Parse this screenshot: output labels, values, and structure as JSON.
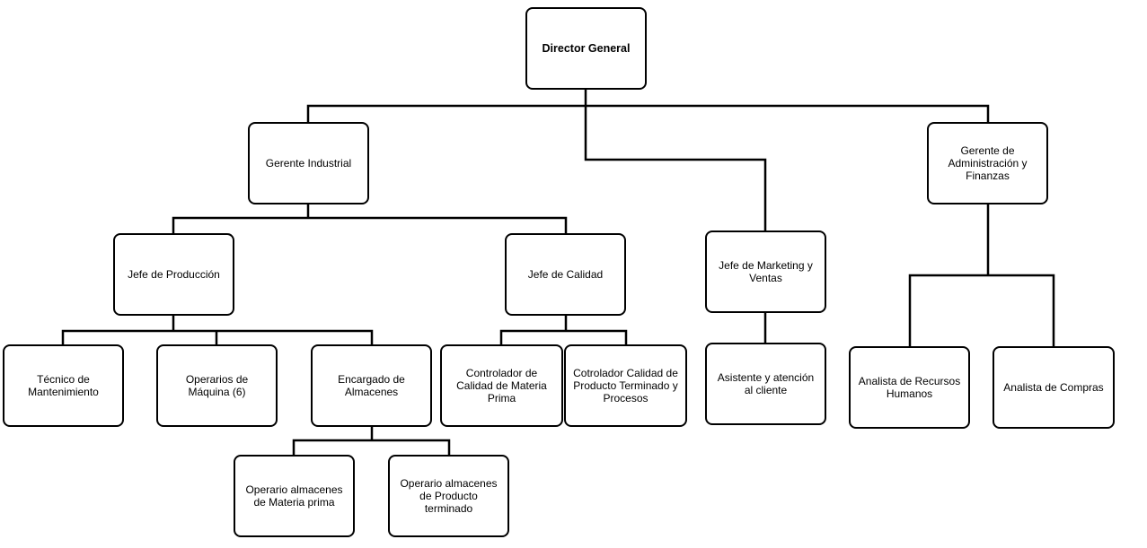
{
  "org_chart": {
    "director": "Director General",
    "gerente_industrial": "Gerente Industrial",
    "gerente_admin": "Gerente de Administración y Finanzas",
    "jefe_produccion": "Jefe de Producción",
    "jefe_calidad": "Jefe de Calidad",
    "jefe_marketing": "Jefe de Marketing y Ventas",
    "tecnico_mantenimiento": "Técnico de Mantenimiento",
    "operarios_maquina": "Operarios de Máquina (6)",
    "encargado_almacenes": "Encargado de Almacenes",
    "operario_materia_prima": "Operario almacenes de Materia prima",
    "operario_producto_terminado": "Operario almacenes de Producto terminado",
    "controlador_materia_prima": "Controlador de Calidad de Materia Prima",
    "controlador_producto_terminado": "Cotrolador Calidad de Producto Terminado y Procesos",
    "asistente_cliente": "Asistente y atención al cliente",
    "analista_rrhh": "Analista de Recursos Humanos",
    "analista_compras": "Analista de Compras"
  }
}
